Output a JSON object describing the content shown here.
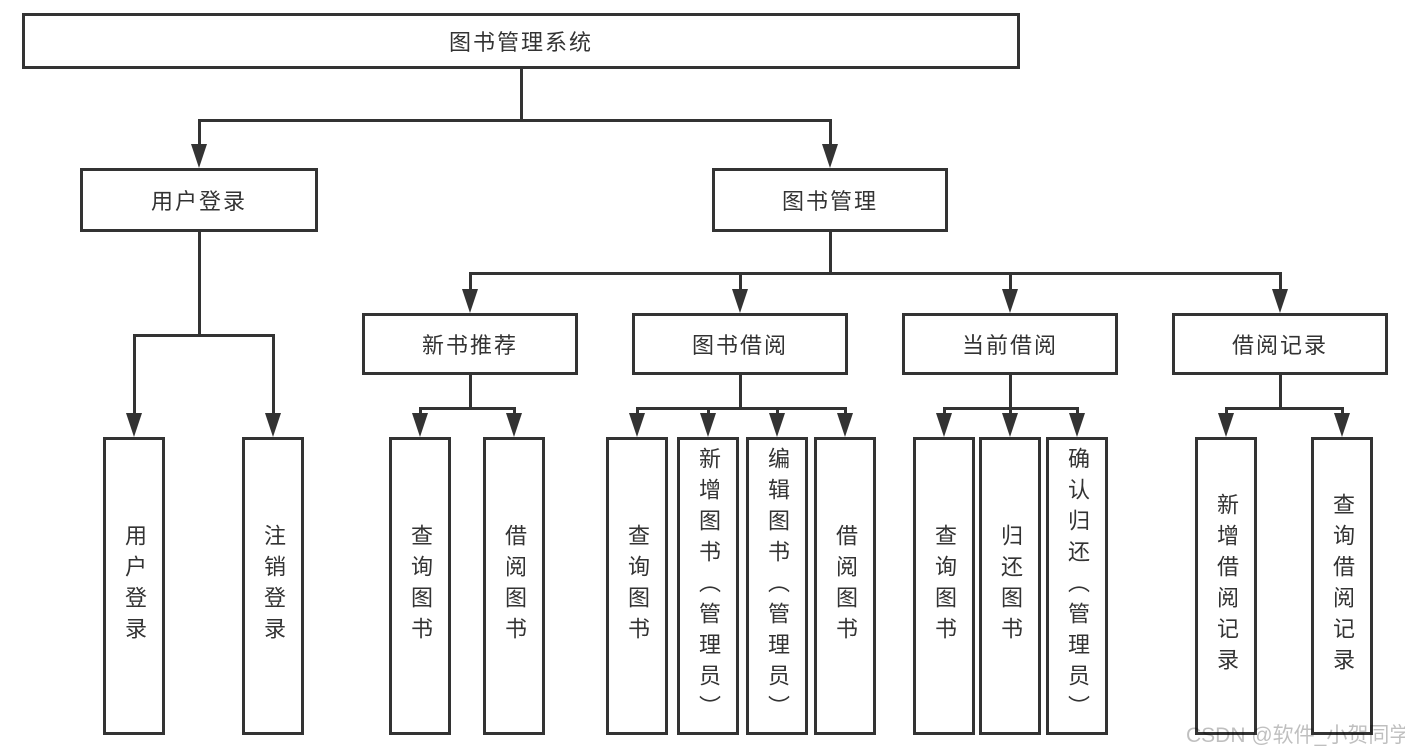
{
  "tree": {
    "root": {
      "label": "图书管理系统"
    },
    "branches": [
      {
        "label": "用户登录",
        "leaves": [
          "用户登录",
          "注销登录"
        ]
      },
      {
        "label": "图书管理",
        "sections": [
          {
            "label": "新书推荐",
            "leaves": [
              "查询图书",
              "借阅图书"
            ]
          },
          {
            "label": "图书借阅",
            "leaves": [
              "查询图书",
              "新增图书（管理员）",
              "编辑图书（管理员）",
              "借阅图书"
            ]
          },
          {
            "label": "当前借阅",
            "leaves": [
              "查询图书",
              "归还图书",
              "确认归还（管理员）"
            ]
          },
          {
            "label": "借阅记录",
            "leaves": [
              "新增借阅记录",
              "查询借阅记录"
            ]
          }
        ]
      }
    ]
  },
  "watermark": {
    "text": "CSDN @软件_小贺同学"
  },
  "colors": {
    "line": "#333333",
    "border": "#333333",
    "text": "#333333",
    "background": "#ffffff"
  }
}
